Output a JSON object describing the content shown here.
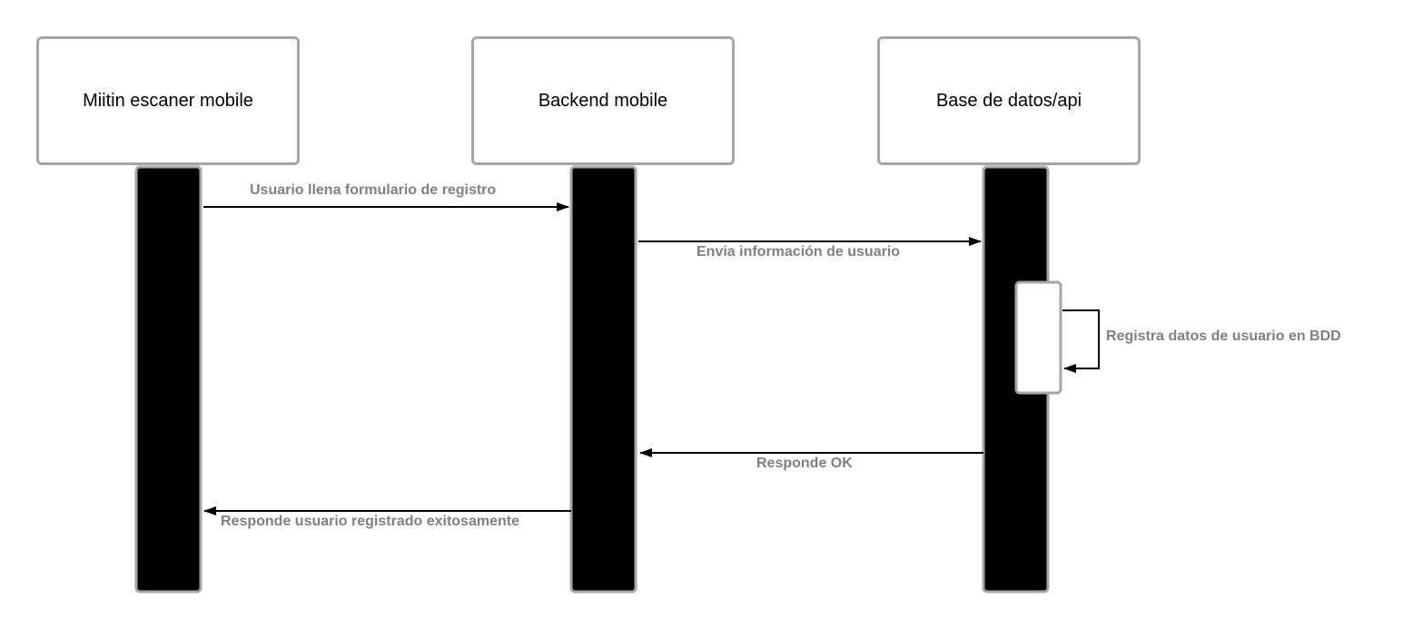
{
  "diagram": {
    "participants": [
      {
        "id": "p1",
        "label": "Miitin escaner mobile"
      },
      {
        "id": "p2",
        "label": "Backend mobile"
      },
      {
        "id": "p3",
        "label": "Base de datos/api"
      }
    ],
    "messages": [
      {
        "from": "p1",
        "to": "p2",
        "label": "Usuario llena formulario de registro"
      },
      {
        "from": "p2",
        "to": "p3",
        "label": "Envia información de usuario"
      },
      {
        "from": "p3",
        "to": "p3",
        "label": "Registra datos de usuario en BDD"
      },
      {
        "from": "p3",
        "to": "p2",
        "label": "Responde OK"
      },
      {
        "from": "p2",
        "to": "p1",
        "label": "Responde usuario registrado exitosamente"
      }
    ],
    "colors": {
      "lifeline_fill": "#000000",
      "border": "#a6a6a6",
      "label_text": "#808080",
      "arrow": "#000000"
    }
  }
}
